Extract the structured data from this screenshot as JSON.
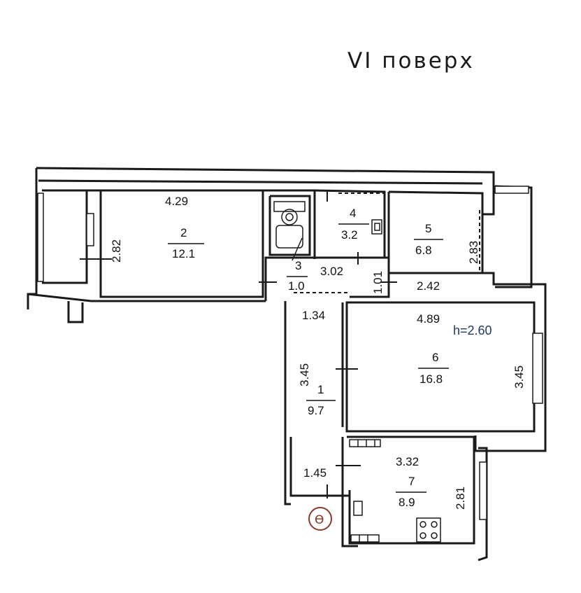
{
  "title": "VI поверх",
  "ceiling_height": "h=2.60",
  "entrance_symbol": "Ө",
  "rooms": [
    {
      "id": "1",
      "area": "9.7",
      "width": "1.34",
      "length": "3.45",
      "extra": "1.45"
    },
    {
      "id": "2",
      "area": "12.1",
      "width": "4.29",
      "length": "2.82"
    },
    {
      "id": "3",
      "area": "1.0",
      "width": "3.02",
      "length": "1.01"
    },
    {
      "id": "4",
      "area": "3.2"
    },
    {
      "id": "5",
      "area": "6.8",
      "width": "2.42",
      "length": "2.83"
    },
    {
      "id": "6",
      "area": "16.8",
      "width": "4.89",
      "length": "3.45"
    },
    {
      "id": "7",
      "area": "8.9",
      "width": "3.32",
      "length": "2.81"
    }
  ]
}
